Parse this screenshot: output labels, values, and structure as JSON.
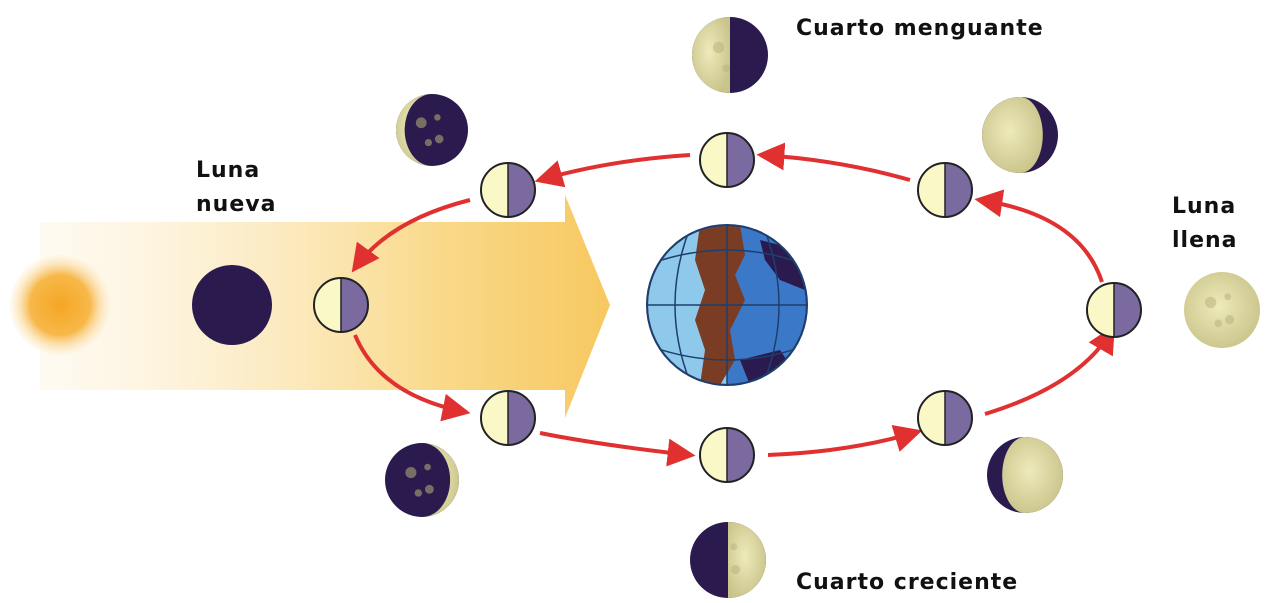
{
  "labels": {
    "new_moon": [
      "Luna",
      "nueva"
    ],
    "full_moon": [
      "Luna",
      "llena"
    ],
    "last_quarter": "Cuarto menguante",
    "first_quarter": "Cuarto creciente"
  },
  "colors": {
    "orbit_arrow": "#e03030",
    "moon_dark": "#2a1a4e",
    "moon_shadow_half": "#7a6aa0",
    "moon_lit_half": "#fbf8c8",
    "moon_lit_surface": "#d8d49c",
    "sun": "#f5a623",
    "sunlight": "#f9d56e",
    "ocean": "#3c78c8",
    "land": "#7a3c22"
  },
  "icons": [
    "sun-icon",
    "earth-icon",
    "moon-phase-icon",
    "orbit-arrow-icon",
    "sunlight-arrow-icon"
  ]
}
